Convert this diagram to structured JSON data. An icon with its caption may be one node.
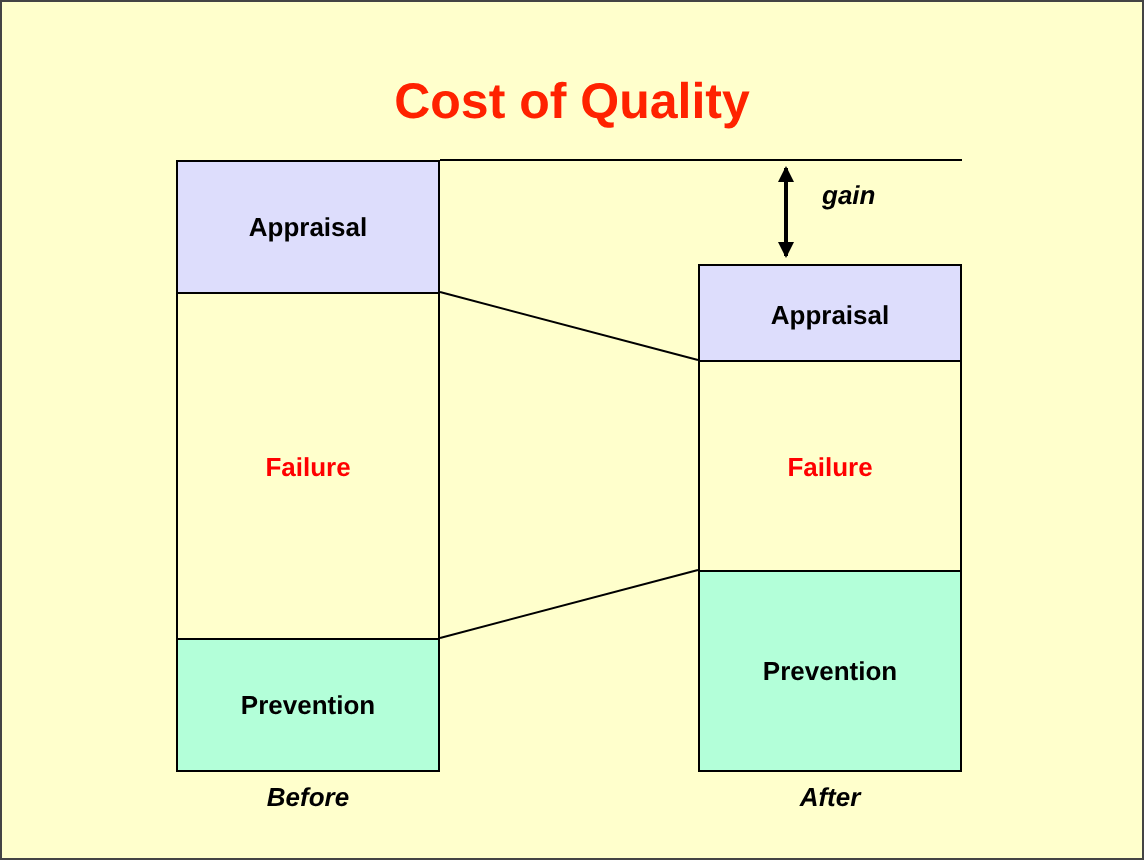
{
  "diagram": {
    "title": "Cost of Quality",
    "nodes": [
      {
        "text": [
          "Appraisal"
        ]
      },
      {
        "text": [
          "Failure"
        ]
      },
      {
        "text": [
          "Prevention"
        ],
        "beside": [
          "Before"
        ]
      },
      {
        "text": [
          "Appraisal"
        ]
      },
      {
        "text": [
          "Failure"
        ]
      },
      {
        "text": [
          "Prevention"
        ],
        "beside": [
          "After"
        ]
      }
    ],
    "edges": [
      {
        "from": 1,
        "to": 4,
        "arrow": "none"
      },
      {
        "from": 2,
        "to": 5,
        "arrow": "none"
      },
      {
        "from": 0,
        "to": null,
        "arrow": "none"
      }
    ],
    "labels": [
      "gain"
    ]
  }
}
